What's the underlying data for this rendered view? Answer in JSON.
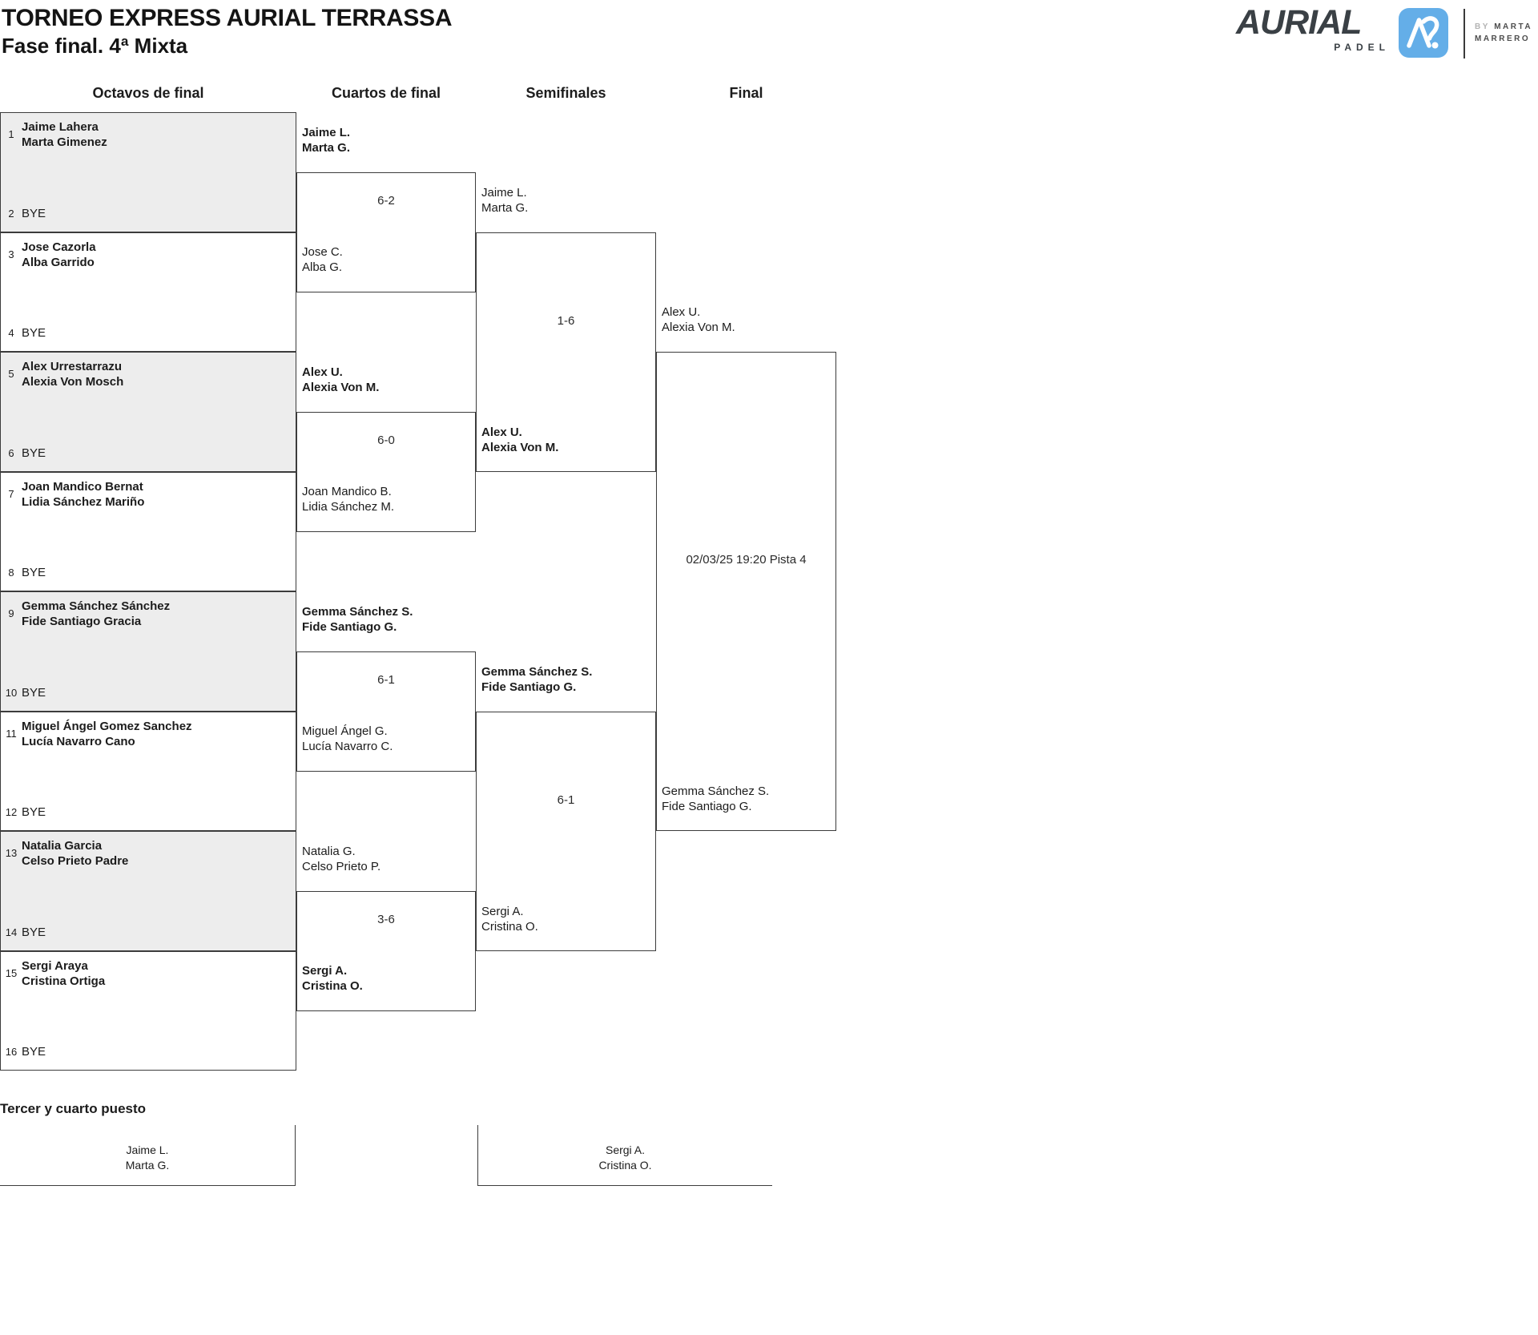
{
  "page": {
    "title": "TORNEO EXPRESS AURIAL TERRASSA",
    "subtitle": "Fase final. 4ª Mixta"
  },
  "logo": {
    "brand": "AURIAL",
    "brand_sub": "PADEL",
    "by_prefix": "BY",
    "by_name_line1": "MARTA",
    "by_name_line2": "MARRERO",
    "icon": "aurial-a-monogram",
    "accent_blue": "#64AEE8"
  },
  "round_headers": {
    "octavos": "Octavos de final",
    "cuartos": "Cuartos de final",
    "semis": "Semifinales",
    "final": "Final"
  },
  "first_round": [
    {
      "seed": "1",
      "p1": "Jaime Lahera",
      "p2": "Marta Gimenez",
      "bye_seed": "2",
      "bye_label": "BYE"
    },
    {
      "seed": "3",
      "p1": "Jose Cazorla",
      "p2": "Alba Garrido",
      "bye_seed": "4",
      "bye_label": "BYE"
    },
    {
      "seed": "5",
      "p1": "Alex Urrestarrazu",
      "p2": "Alexia Von Mosch",
      "bye_seed": "6",
      "bye_label": "BYE"
    },
    {
      "seed": "7",
      "p1": "Joan Mandico Bernat",
      "p2": "Lidia Sánchez Mariño",
      "bye_seed": "8",
      "bye_label": "BYE"
    },
    {
      "seed": "9",
      "p1": "Gemma Sánchez Sánchez",
      "p2": "Fide Santiago Gracia",
      "bye_seed": "10",
      "bye_label": "BYE"
    },
    {
      "seed": "11",
      "p1": "Miguel Ángel Gomez Sanchez",
      "p2": "Lucía Navarro Cano",
      "bye_seed": "12",
      "bye_label": "BYE"
    },
    {
      "seed": "13",
      "p1": "Natalia Garcia",
      "p2": "Celso Prieto Padre",
      "bye_seed": "14",
      "bye_label": "BYE"
    },
    {
      "seed": "15",
      "p1": "Sergi Araya",
      "p2": "Cristina Ortiga",
      "bye_seed": "16",
      "bye_label": "BYE"
    }
  ],
  "quarterfinals": {
    "entries": [
      {
        "p1": "Jaime L.",
        "p2": "Marta G.",
        "winner": true
      },
      {
        "p1": "Jose C.",
        "p2": "Alba G.",
        "winner": false
      },
      {
        "p1": "Alex U.",
        "p2": "Alexia Von M.",
        "winner": true
      },
      {
        "p1": "Joan Mandico B.",
        "p2": "Lidia Sánchez M.",
        "winner": false
      },
      {
        "p1": "Gemma Sánchez S.",
        "p2": "Fide Santiago G.",
        "winner": true
      },
      {
        "p1": "Miguel Ángel G.",
        "p2": "Lucía Navarro C.",
        "winner": false
      },
      {
        "p1": "Natalia G.",
        "p2": "Celso Prieto P.",
        "winner": false
      },
      {
        "p1": "Sergi A.",
        "p2": "Cristina O.",
        "winner": true
      }
    ],
    "scores": [
      "6-2",
      "6-0",
      "6-1",
      "3-6"
    ]
  },
  "semifinals": {
    "entries": [
      {
        "p1": "Jaime L.",
        "p2": "Marta G.",
        "winner": false
      },
      {
        "p1": "Alex U.",
        "p2": "Alexia Von M.",
        "winner": true
      },
      {
        "p1": "Gemma Sánchez S.",
        "p2": "Fide Santiago G.",
        "winner": true
      },
      {
        "p1": "Sergi A.",
        "p2": "Cristina O.",
        "winner": false
      }
    ],
    "scores": [
      "1-6",
      "6-1"
    ]
  },
  "final": {
    "entries": [
      {
        "p1": "Alex U.",
        "p2": "Alexia Von M."
      },
      {
        "p1": "Gemma Sánchez S.",
        "p2": "Fide Santiago G."
      }
    ],
    "schedule": "02/03/25 19:20 Pista 4"
  },
  "third_place": {
    "title": "Tercer y cuarto puesto",
    "entries": [
      {
        "p1": "Jaime L.",
        "p2": "Marta G."
      },
      {
        "p1": "Sergi A.",
        "p2": "Cristina O."
      }
    ]
  }
}
